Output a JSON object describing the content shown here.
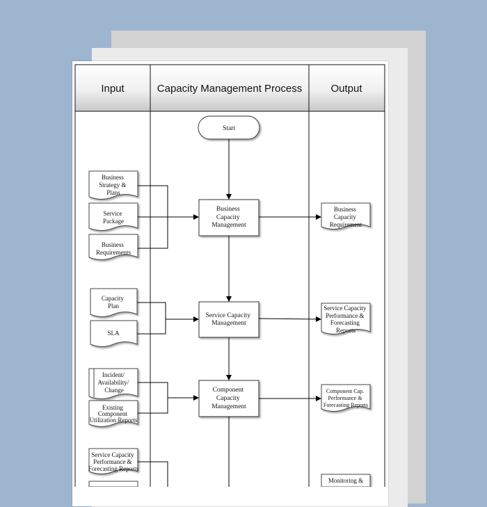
{
  "header": {
    "input": "Input",
    "process": "Capacity Management Process",
    "output": "Output"
  },
  "start": "Start",
  "processes": [
    [
      "Business",
      "Capacity",
      "Management"
    ],
    [
      "Service Capacity",
      "Management"
    ],
    [
      "Component",
      "Capacity",
      "Management"
    ]
  ],
  "inputs": [
    [
      "Business",
      "Strategy &",
      "Plans"
    ],
    [
      "Service",
      "Package"
    ],
    [
      "Business",
      "Requirements"
    ],
    [
      "Capacity",
      "Plan"
    ],
    [
      "SLA"
    ],
    [
      "Incident/",
      "Availability/",
      "Change"
    ],
    [
      "Existing",
      "Component",
      "Utilization Reports"
    ],
    [
      "Service Capacity",
      "Performance &",
      "Forecasting Reports"
    ]
  ],
  "outputs": [
    [
      "Business",
      "Capacity",
      "Requirement"
    ],
    [
      "Service Capacity",
      "Performance &",
      "Forecasting",
      "Reports"
    ],
    [
      "Component Cap.",
      "Performance &",
      "Forecasting Reports"
    ],
    [
      "Monitoring &"
    ]
  ]
}
